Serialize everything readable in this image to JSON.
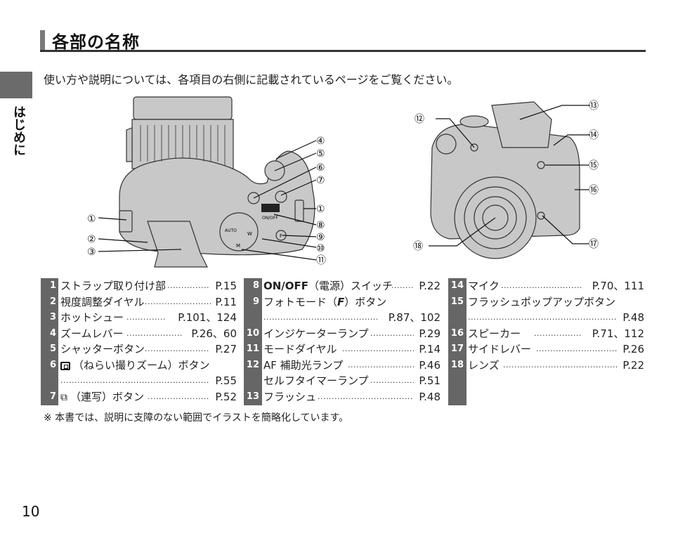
{
  "heading": {
    "title": "各部の名称"
  },
  "side_tab": {
    "label": "はじめに"
  },
  "intro": "使い方や説明については、各項目の右側に記載されているページをご覧ください。",
  "figures": {
    "top_callouts": [
      "④",
      "⑤",
      "⑥",
      "⑦",
      "①",
      "⑧",
      "⑨",
      "⑩",
      "⑪",
      "①",
      "②",
      "③"
    ],
    "front_callouts": [
      "⑫",
      "⑬",
      "⑭",
      "⑮",
      "⑯",
      "⑰",
      "⑱"
    ],
    "dial_labels": {
      "on_off": "ON/OFF",
      "auto": "AUTO",
      "w": "W",
      "f": "F",
      "m": "M"
    }
  },
  "parts": {
    "col1": [
      {
        "num": "1",
        "name": "ストラップ取り付け部",
        "page": "P.15"
      },
      {
        "num": "2",
        "name": "視度調整ダイヤル",
        "page": "P.11"
      },
      {
        "num": "3",
        "name": "ホットシュー",
        "page": "P.101、124"
      },
      {
        "num": "4",
        "name": "ズームレバー",
        "page": "P.26、60"
      },
      {
        "num": "5",
        "name": "シャッターボタン",
        "page": "P.27"
      },
      {
        "num": "6",
        "icon": "tracking-zoom-icon",
        "name": "（ねらい撮りズーム）ボタン",
        "page": "P.55"
      },
      {
        "num": "7",
        "icon": "burst-icon",
        "name": "（連写）ボタン",
        "page": "P.52"
      }
    ],
    "col2": [
      {
        "num": "8",
        "name_bold": "ON/OFF",
        "name": "（電源）スイッチ",
        "page": "P.22"
      },
      {
        "num": "9",
        "name": "フォトモード（",
        "glyph": "F",
        "name_after": "）ボタン",
        "page": "P.87、102"
      },
      {
        "num": "10",
        "name": "インジケーターランプ",
        "page": "P.29"
      },
      {
        "num": "11",
        "name": "モードダイヤル",
        "page": "P.14"
      },
      {
        "num": "12",
        "name": "AF 補助光ランプ",
        "page": "P.46",
        "sub_name": "セルフタイマーランプ",
        "sub_page": "P.51"
      },
      {
        "num": "13",
        "name": "フラッシュ",
        "page": "P.48"
      }
    ],
    "col3": [
      {
        "num": "14",
        "name": "マイク",
        "page": "P.70、111"
      },
      {
        "num": "15",
        "name": "フラッシュポップアップボタン",
        "page": "P.48"
      },
      {
        "num": "16",
        "name": "スピーカー",
        "page": "P.71、112"
      },
      {
        "num": "17",
        "name": "サイドレバー",
        "page": "P.26"
      },
      {
        "num": "18",
        "name": "レンズ",
        "page": "P.22"
      }
    ]
  },
  "note": "※ 本書では、説明に支障のない範囲でイラストを簡略化しています。",
  "page_number": "10",
  "colors": {
    "number_column": "#666666",
    "heading_bar": "#7a7a7a",
    "rule": "#333333",
    "illustration_fill": "#c8c8c8"
  }
}
